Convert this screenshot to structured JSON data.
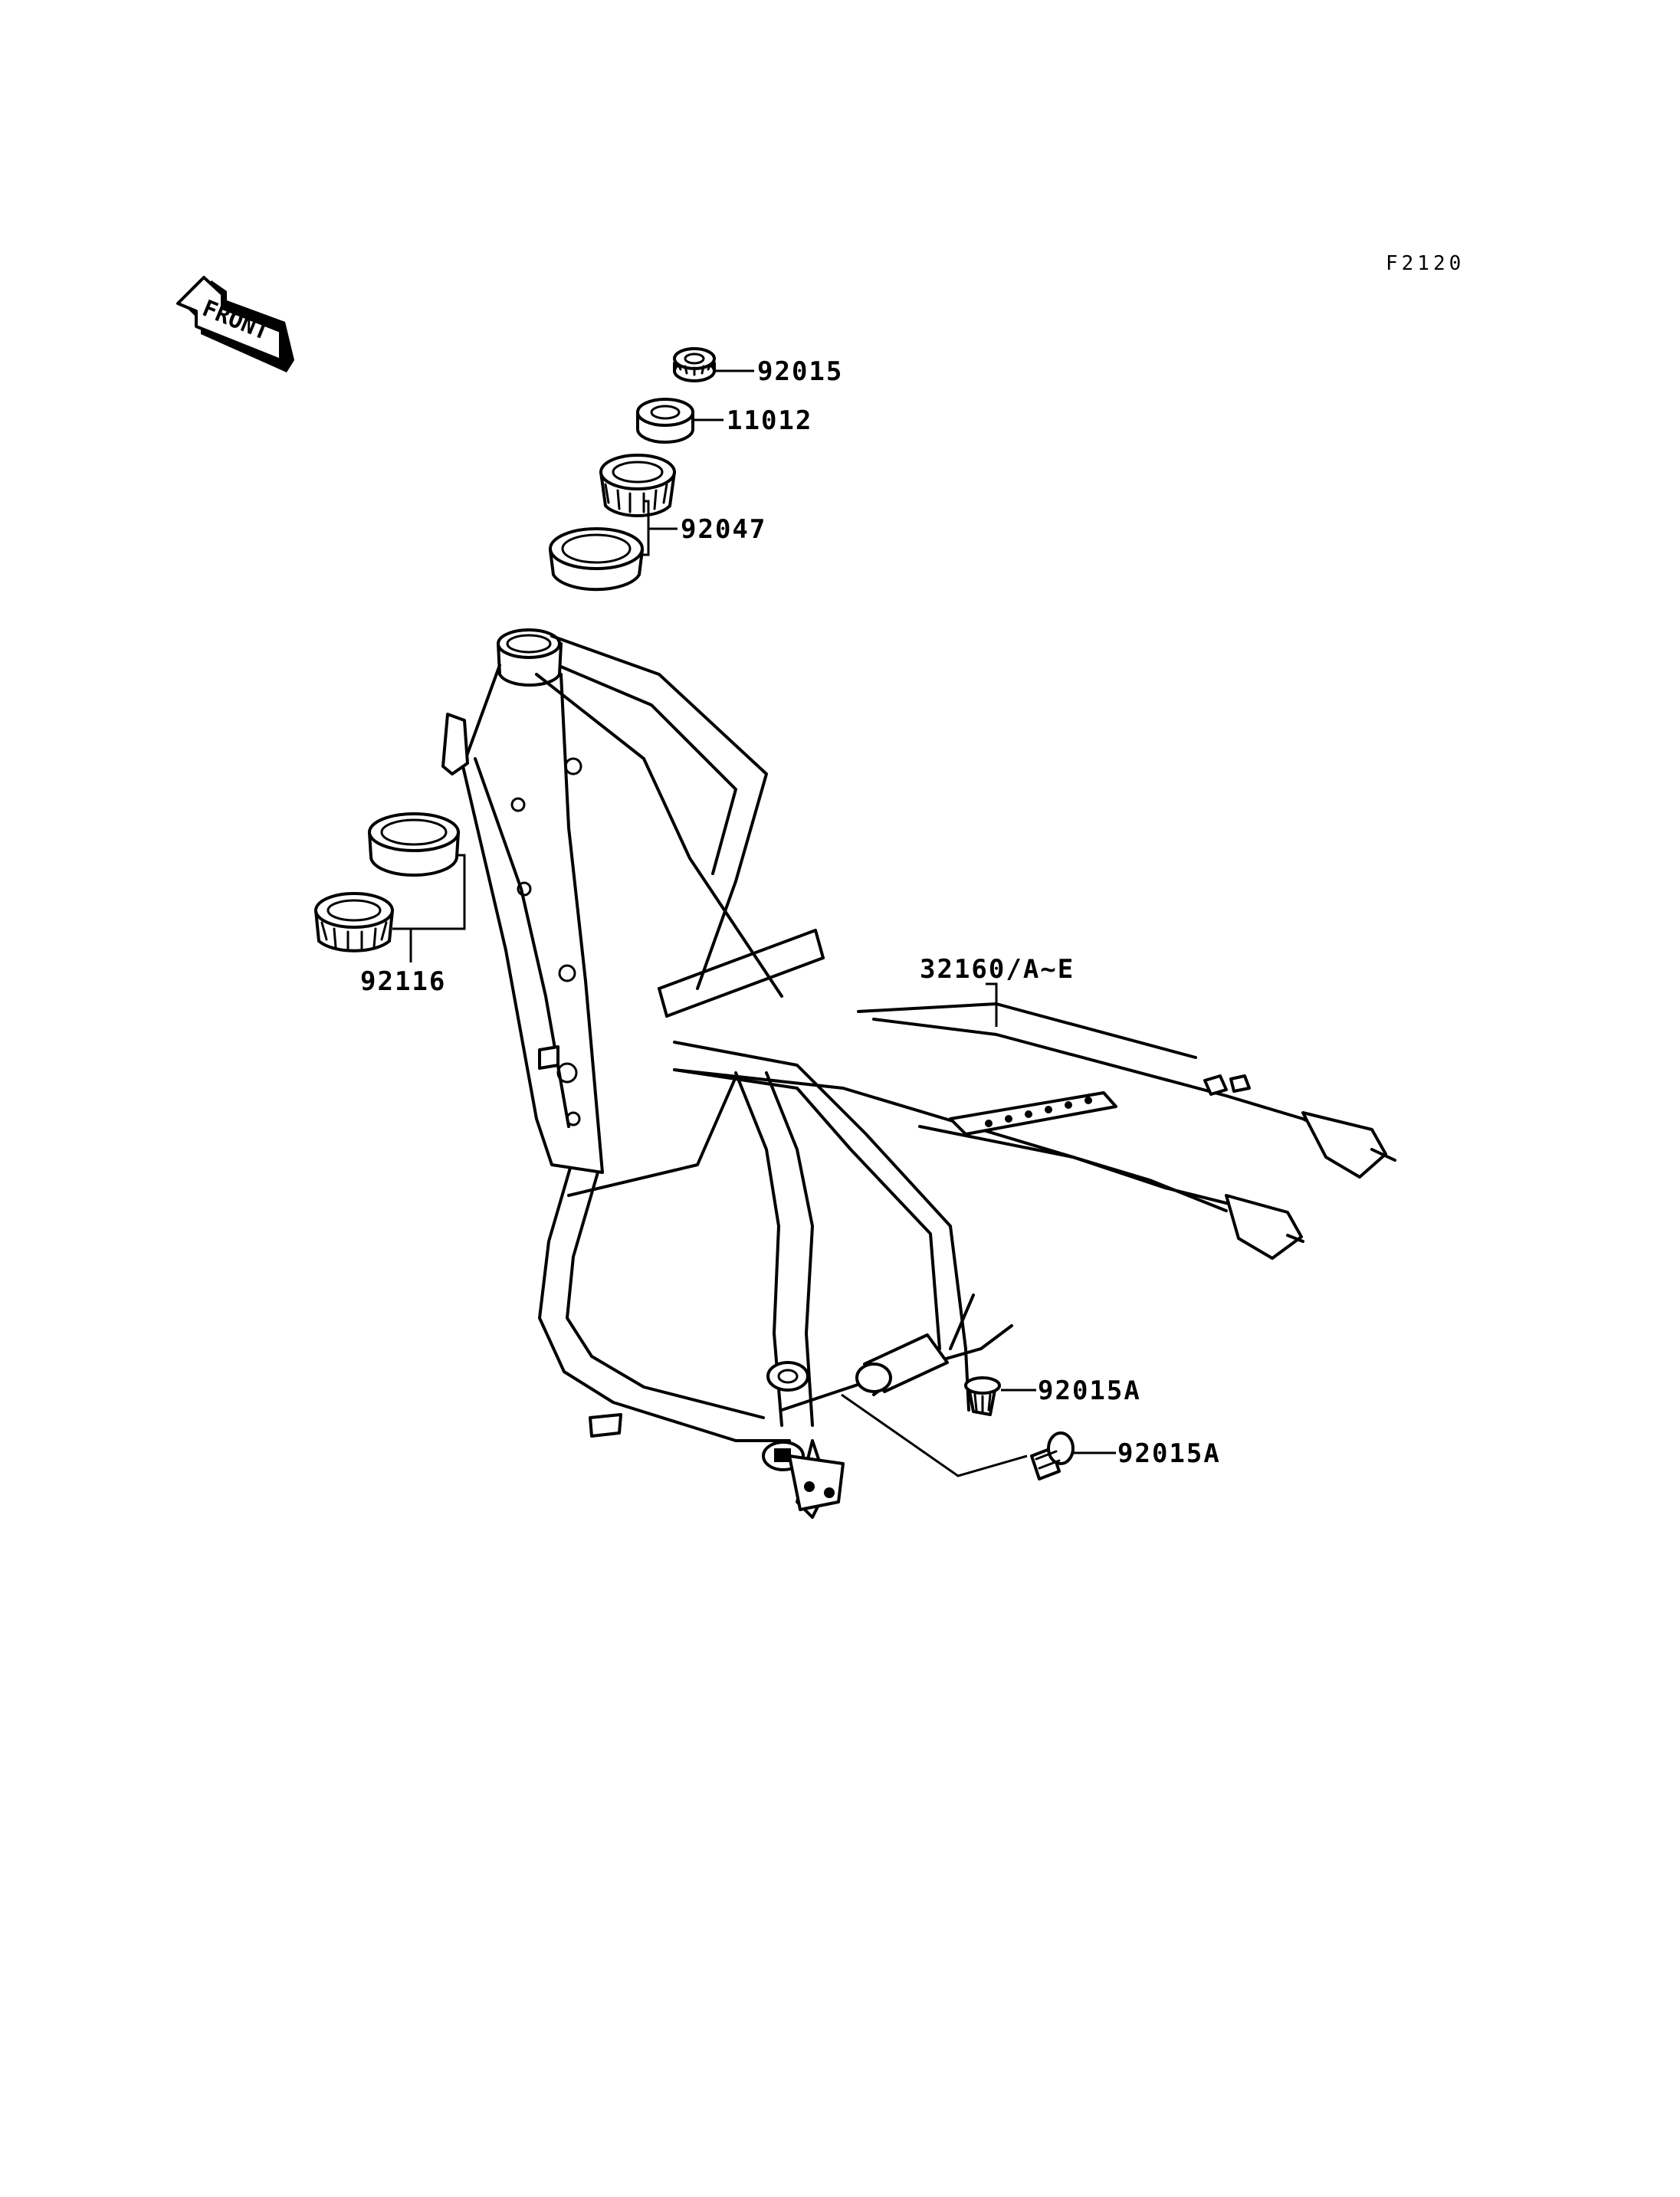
{
  "diagram": {
    "code": "F2120",
    "front_label": "FRONT",
    "parts": [
      {
        "number": "92015",
        "name": "nut"
      },
      {
        "number": "11012",
        "name": "cap"
      },
      {
        "number": "92047",
        "name": "upper-bearing-and-race"
      },
      {
        "number": "92116",
        "name": "lower-race-and-bearing"
      },
      {
        "number": "32160/A~E",
        "name": "frame"
      },
      {
        "number": "92015A",
        "name": "nut-a"
      },
      {
        "number": "92015A",
        "name": "nut-b"
      }
    ]
  }
}
